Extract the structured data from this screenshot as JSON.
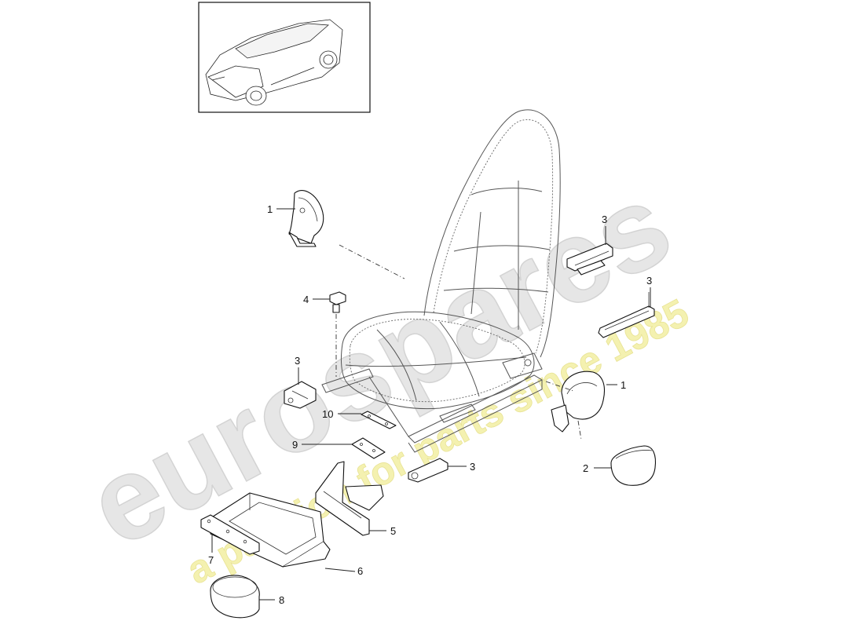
{
  "watermark": {
    "brand": "eurospares",
    "tagline": "a passion for parts since 1985",
    "brand_color": "#d8d8d8",
    "tagline_color": "#f0ec9a"
  },
  "thumbnail": {
    "icon": "car-icon"
  },
  "callouts": [
    {
      "id": "c1a",
      "label": "1"
    },
    {
      "id": "c1b",
      "label": "1"
    },
    {
      "id": "c2",
      "label": "2"
    },
    {
      "id": "c3a",
      "label": "3"
    },
    {
      "id": "c3b",
      "label": "3"
    },
    {
      "id": "c3c",
      "label": "3"
    },
    {
      "id": "c3d",
      "label": "3"
    },
    {
      "id": "c4",
      "label": "4"
    },
    {
      "id": "c5",
      "label": "5"
    },
    {
      "id": "c6",
      "label": "6"
    },
    {
      "id": "c7",
      "label": "7"
    },
    {
      "id": "c8",
      "label": "8"
    },
    {
      "id": "c9",
      "label": "9"
    },
    {
      "id": "c10",
      "label": "10"
    }
  ]
}
